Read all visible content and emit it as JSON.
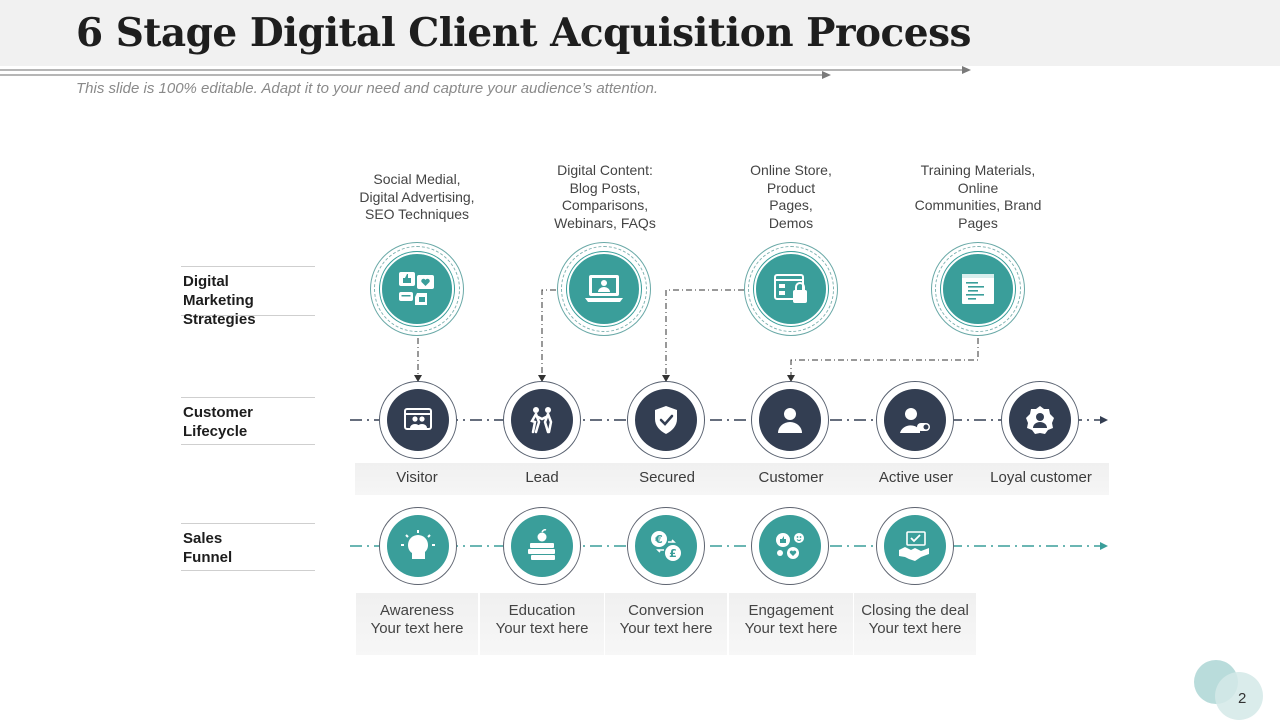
{
  "title": "6 Stage Digital Client Acquisition Process",
  "subtitle": "This slide is 100% editable. Adapt it to your need and capture your audience’s attention.",
  "row_labels": {
    "digital": "Digital\nMarketing Strategies",
    "lifecycle": "Customer\nLifecycle",
    "funnel": "Sales\nFunnel"
  },
  "strategies": [
    {
      "text": "Social Medial,\nDigital Advertising,\nSEO Techniques",
      "icon": "social-media-icon"
    },
    {
      "text": "Digital Content:\nBlog Posts,\nComparisons,\nWebinars, FAQs",
      "icon": "laptop-presenter-icon"
    },
    {
      "text": "Online Store,\nProduct\nPages,\nDemos",
      "icon": "online-store-icon"
    },
    {
      "text": "Training Materials,\nOnline\nCommunities, Brand\nPages",
      "icon": "code-window-icon"
    }
  ],
  "lifecycle": [
    {
      "label": "Visitor",
      "icon": "visitor-icon"
    },
    {
      "label": "Lead",
      "icon": "lead-icon"
    },
    {
      "label": "Secured",
      "icon": "shield-check-icon"
    },
    {
      "label": "Customer",
      "icon": "user-icon"
    },
    {
      "label": "Active user",
      "icon": "active-user-icon"
    },
    {
      "label": "Loyal customer",
      "icon": "loyal-customer-icon"
    }
  ],
  "funnel": [
    {
      "label": "Awareness",
      "sub": "Your text here",
      "icon": "idea-head-icon"
    },
    {
      "label": "Education",
      "sub": "Your text here",
      "icon": "books-apple-icon"
    },
    {
      "label": "Conversion",
      "sub": "Your text here",
      "icon": "currency-exchange-icon"
    },
    {
      "label": "Engagement",
      "sub": "Your text here",
      "icon": "reactions-icon"
    },
    {
      "label": "Closing the deal",
      "sub": "Your text here",
      "icon": "handshake-icon"
    }
  ],
  "page_number": "2",
  "colors": {
    "teal": "#3a9e9a",
    "navy": "#333e52",
    "title_bar": "#f1f1f1"
  }
}
